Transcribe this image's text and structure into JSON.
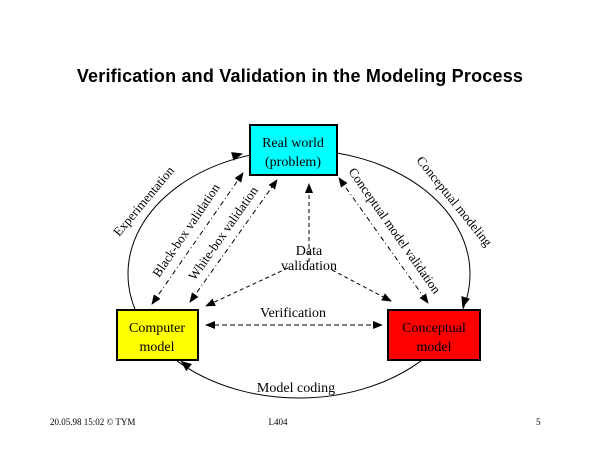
{
  "slide": {
    "title": "Verification and Validation in the Modeling Process",
    "footer": {
      "datestamp": "20.05.98 15:02 © TYM",
      "course_code": "L404",
      "page_number": "5"
    }
  },
  "diagram": {
    "nodes": {
      "real_world": {
        "line1": "Real world",
        "line2": "(problem)",
        "fill": "#00ffff"
      },
      "computer_model": {
        "line1": "Computer",
        "line2": "model",
        "fill": "#ffff00"
      },
      "conceptual_model": {
        "line1": "Conceptual",
        "line2": "model",
        "fill": "#ff0000"
      }
    },
    "labels": {
      "experimentation": "Experimentation",
      "black_box_validation": "Black-box validation",
      "white_box_validation": "White-box validation",
      "conceptual_model_validation": "Conceptual model validation",
      "conceptual_modeling": "Conceptual modeling",
      "data_validation_line1": "Data",
      "data_validation_line2": "validation",
      "verification": "Verification",
      "model_coding": "Model coding"
    },
    "colors": {
      "line": "#000000",
      "background": "#ffffff"
    }
  }
}
